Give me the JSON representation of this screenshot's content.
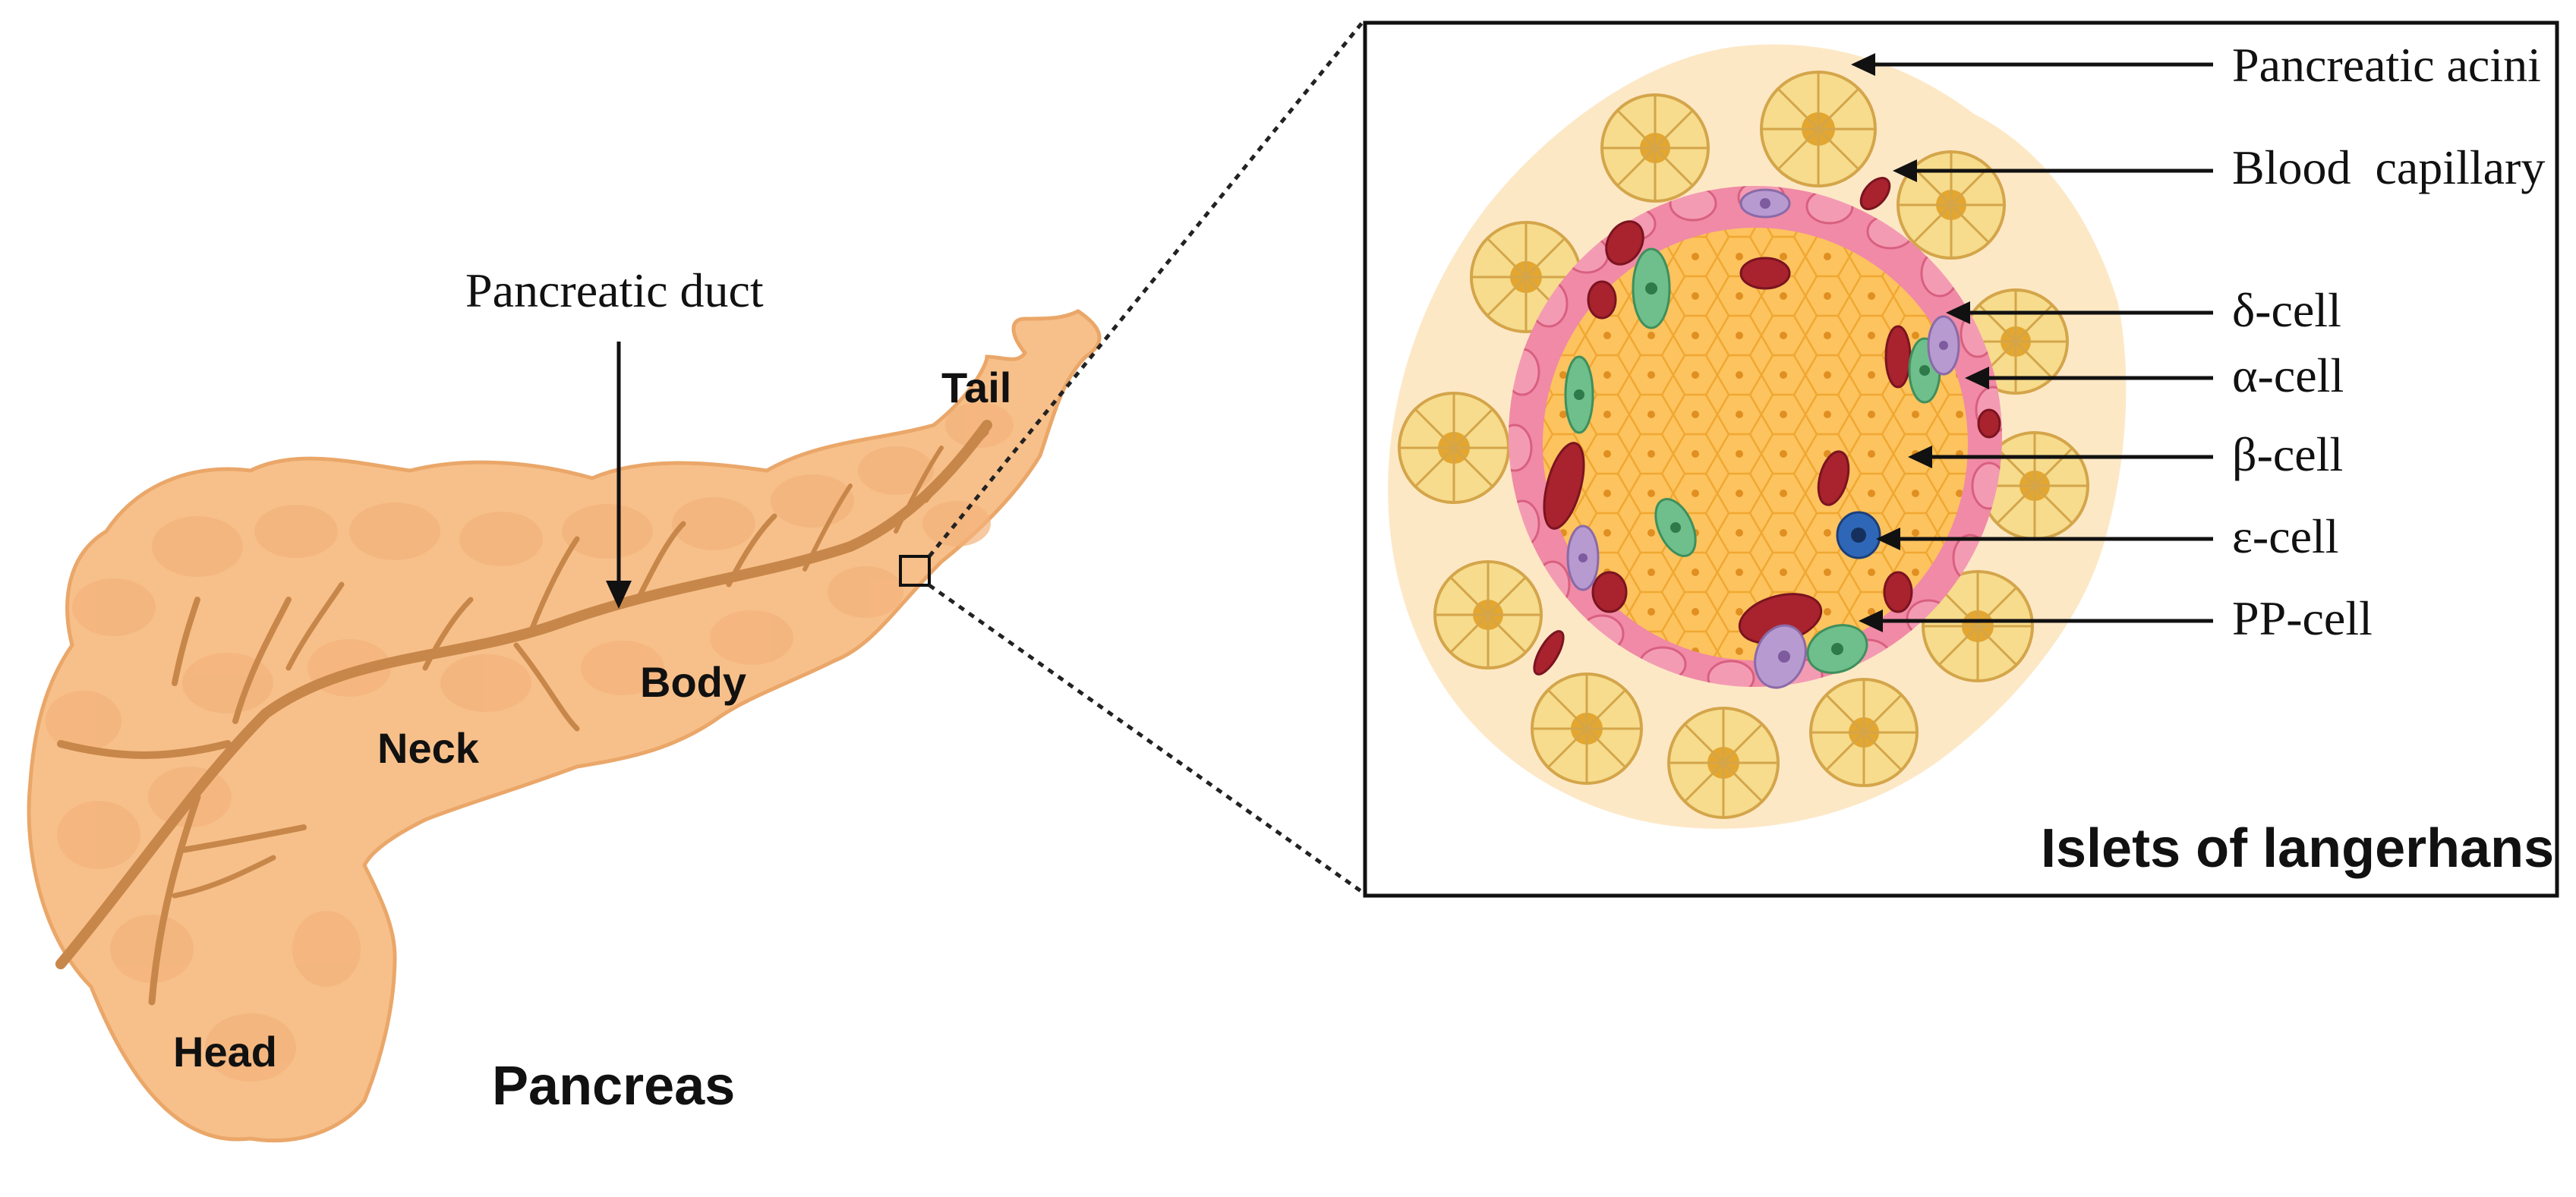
{
  "pancreas": {
    "regions": {
      "head": "Head",
      "neck": "Neck",
      "body": "Body",
      "tail": "Tail"
    },
    "duct_label": "Pancreatic duct",
    "title": "Pancreas"
  },
  "islet": {
    "title": "Islets of langerhans",
    "labels": {
      "acini": "Pancreatic acini",
      "capillary": "Blood  capillary",
      "delta": "δ-cell",
      "alpha": "α-cell",
      "beta": "β-cell",
      "epsilon": "ε-cell",
      "pp": "PP-cell"
    }
  },
  "colors": {
    "pancreas_fill": "#f7c08a",
    "pancreas_shadow": "#efaa6c",
    "duct": "#c8874a",
    "acinus": "#f6dc8c",
    "acinus_center": "#e3a630",
    "islet_halo": "#fde8c6",
    "beta_cell": "#fdc35e",
    "islet_border": "#f08aa6",
    "capillary": "#a8232e",
    "alpha_cell": "#6fbf8c",
    "delta_cell": "#b79ad0",
    "epsilon_cell": "#2f67b8"
  }
}
